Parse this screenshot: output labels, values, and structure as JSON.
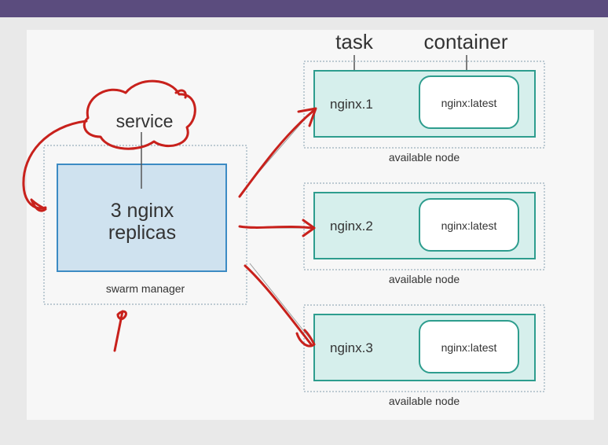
{
  "labels": {
    "task": "task",
    "container": "container",
    "service": "service",
    "manager_box": [
      "3 nginx",
      "replicas"
    ],
    "swarm_manager": "swarm manager"
  },
  "nodes": [
    {
      "task": "nginx.1",
      "container": "nginx:latest",
      "caption": "available node"
    },
    {
      "task": "nginx.2",
      "container": "nginx:latest",
      "caption": "available node"
    },
    {
      "task": "nginx.3",
      "container": "nginx:latest",
      "caption": "available node"
    }
  ],
  "colors": {
    "header_bar": "#5b4c7e",
    "manager_fill": "#cfe2ef",
    "manager_stroke": "#3c8bc4",
    "node_fill": "#d6efec",
    "node_stroke": "#2e9d8e",
    "annotation": "#c8211c",
    "dotted": "#9ab0bd"
  }
}
